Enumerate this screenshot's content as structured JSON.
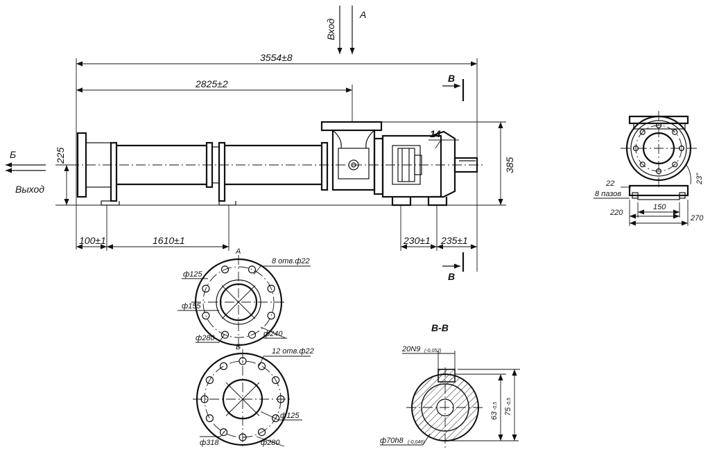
{
  "labels": {
    "inlet": "Вход",
    "view_a": "A",
    "outlet_letter": "Б",
    "outlet": "Выход",
    "section_b_top": "B",
    "section_b_bottom": "B",
    "section_title": "B-B",
    "flange_a_title": "A",
    "flange_b_title": "Б"
  },
  "main_dimensions": {
    "overall_length": "3554±8",
    "inlet_offset": "2825±2",
    "height_left": "225",
    "height_right": "385",
    "part_number": "14",
    "seg_100": "100±1",
    "seg_1610": "1610±1",
    "seg_230": "230±1",
    "seg_235": "235±1"
  },
  "end_view": {
    "dim_22": "22",
    "slots": "8 пазов",
    "dim_150": "150",
    "dim_220": "220",
    "dim_270": "270",
    "angle": "23°"
  },
  "flange_a": {
    "holes": "8 отв.ф22",
    "d125": "ф125",
    "d155": "ф155",
    "d240": "ф240",
    "d280": "ф280"
  },
  "flange_b": {
    "holes": "12 отв.ф22",
    "d125": "ф125",
    "d318": "ф318",
    "d280": "ф280"
  },
  "section": {
    "key": "20N9",
    "key_tol": "(-0,052)",
    "shaft": "ф70h8",
    "shaft_tol": "(-0,046)",
    "d63": "63",
    "d63_tol": "-0,5",
    "d75": "75",
    "d75_tol": "-0,5"
  }
}
